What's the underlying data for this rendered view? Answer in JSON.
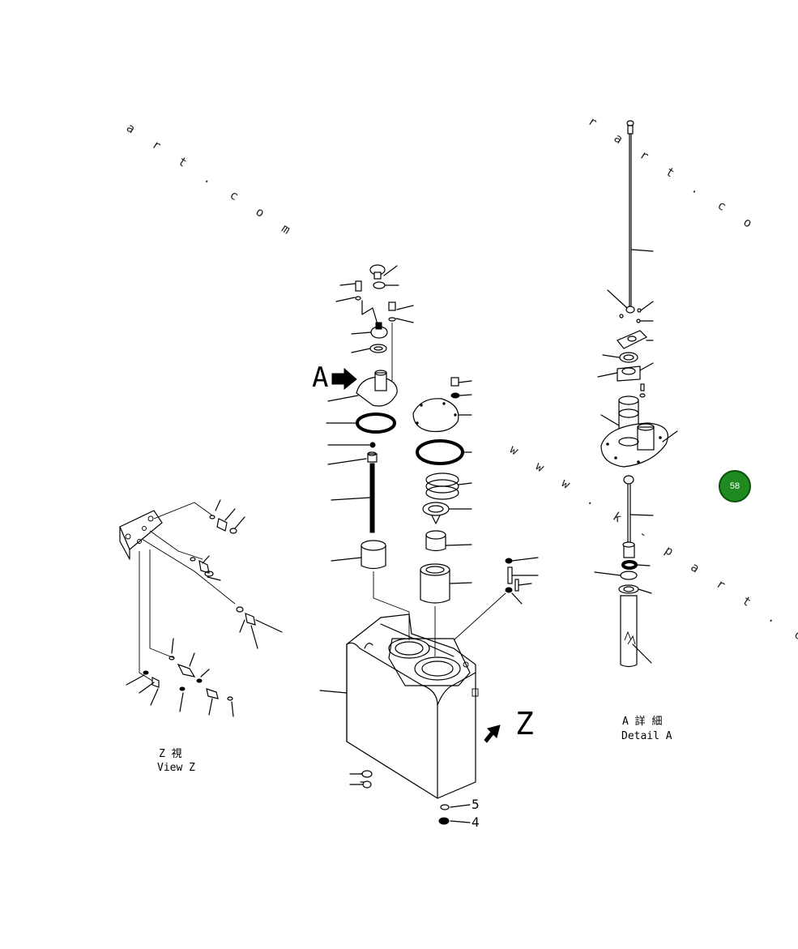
{
  "watermarks": [
    "a r t . c o m",
    "r a r t . c o",
    "w w w . k - p a r t . c o"
  ],
  "view_labels": {
    "arrow_a": "A",
    "arrow_z": "Z",
    "view_z_jp": "Z  視",
    "view_z_en": "View Z",
    "detail_a_jp": "A 詳 細",
    "detail_a_en": "Detail A"
  },
  "callouts": [
    "5",
    "4"
  ],
  "page_badge": "58",
  "colors": {
    "line": "#000000",
    "badge": "#1f8a1f"
  }
}
